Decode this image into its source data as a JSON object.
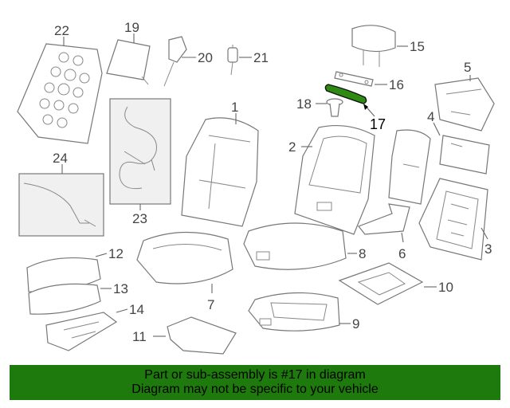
{
  "labels": {
    "p1": "1",
    "p2": "2",
    "p3": "3",
    "p4": "4",
    "p5": "5",
    "p6": "6",
    "p7": "7",
    "p8": "8",
    "p9": "9",
    "p10": "10",
    "p11": "11",
    "p12": "12",
    "p13": "13",
    "p14": "14",
    "p15": "15",
    "p16": "16",
    "p17": "17",
    "p18": "18",
    "p19": "19",
    "p20": "20",
    "p21": "21",
    "p22": "22",
    "p23": "23",
    "p24": "24"
  },
  "highlight": {
    "part": "17",
    "color": "#2e8b12"
  },
  "banner": {
    "line1": "Part or sub-assembly is #17 in diagram",
    "line2": "Diagram may not be specific to your vehicle",
    "background": "#1e7a0c"
  }
}
